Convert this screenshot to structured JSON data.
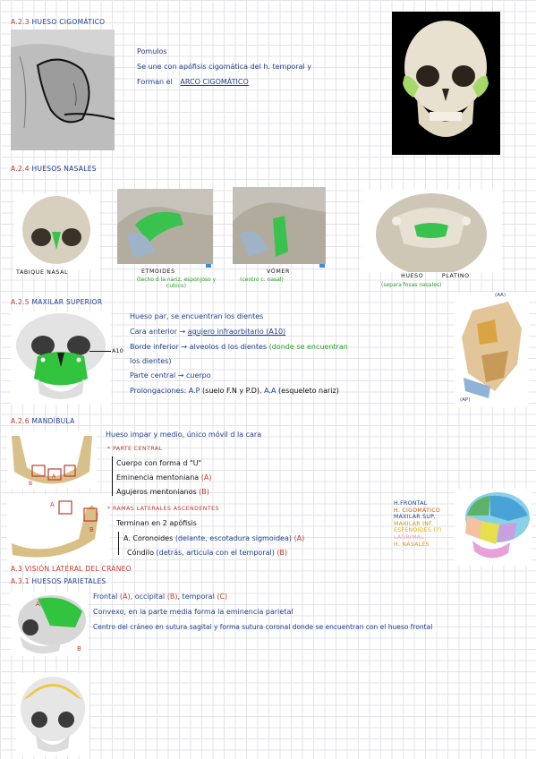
{
  "s1": {
    "num": "A.2.3",
    "title": "HUESO CIGOMÁTICO",
    "lines": [
      "Pomulos",
      "Se une con apófisis cigomática del h. temporal y",
      "Forman el"
    ],
    "arco": "ARCO CIGOMÁTICO"
  },
  "s2": {
    "num": "A.2.4",
    "title": "HUESOS NASALES",
    "tabique": "TABIQUE NASAL",
    "etmoides": "ETMOIDES",
    "etmoides_note": "(techo d la nariz, esponjoso y cubico)",
    "vomer": "VÓMER",
    "vomer_note": "(centro c. nasal)",
    "hueso": "HUESO",
    "platino": "PLATINO",
    "platino_note": "(separa fosas nasales)"
  },
  "s3": {
    "num": "A.2.5",
    "title": "MAXILAR SUPERIOR",
    "line1": "Hueso par, se encuentran los dientes",
    "cara_a": "Cara anterior → ",
    "cara_b": "agujero infraorbitario (A10)",
    "borde_a": "Borde inferior → alveolos d los dientes",
    "borde_b": "(donde se encuentran",
    "borde_c": "los dientes)",
    "parte": "Parte central → cuerpo",
    "prolong_a": "Prolongaciones: A.P",
    "prolong_b": "(suelo F.N y P.D)",
    "prolong_c": ", A.A",
    "prolong_d": "(esqueleto nariz)",
    "a10": "A10",
    "ap": "(AP)",
    "aa": "(AA)"
  },
  "s4": {
    "num": "A.2.6",
    "title": "MANDÍBULA",
    "line1": "Hueso impar y medio, único móvil d la cara",
    "pc": "PARTE CENTRAL",
    "pc1": "Cuerpo con forma d \"U\"",
    "pc2a": "Eminencia mentoniana ",
    "pc2b": "(A)",
    "pc3a": "Agujeros mentonianos ",
    "pc3b": "(B)",
    "ra": "RAMAS LATERALES ASCENDENTES",
    "ra1": "Terminan en 2 apófisis",
    "ra2a": "A. Coronoides ",
    "ra2b": "(delante, escotadura sigmoidea)",
    "ra2c": " (A)",
    "ra3a": "Cóndilo ",
    "ra3b": "(detrás, articula con el temporal)",
    "ra3c": " (B)",
    "legend": [
      "H.FRONTAL",
      "H. CIGOMÁTICO",
      "MAXILAR SUP.",
      "MAXILAR INF.",
      "ESFENOIDES (?)",
      "LAGRIMAL",
      "H. NASALES"
    ],
    "legend_colors": [
      "#1f3e8c",
      "#d35400",
      "#1f3e8c",
      "#c0a000",
      "#e3a400",
      "#e8a0b0",
      "#f08a00"
    ]
  },
  "s5": {
    "num": "A.3",
    "title": "VISIÓN LATERAL DEL CRÁNEO"
  },
  "s6": {
    "num": "A.3.1",
    "title": "HUESOS PARIETALES",
    "l1a": "Frontal ",
    "l1b": "(A)",
    "l1c": ", occipital ",
    "l1d": "(B)",
    "l1e": ", temporal ",
    "l1f": "(C)",
    "l2": "Convexo, en la parte media forma la eminencia parietal",
    "l3": "Centro del cráneo en sutura sagital y forma sutura coronal donde se encuentran con el hueso frontal"
  }
}
